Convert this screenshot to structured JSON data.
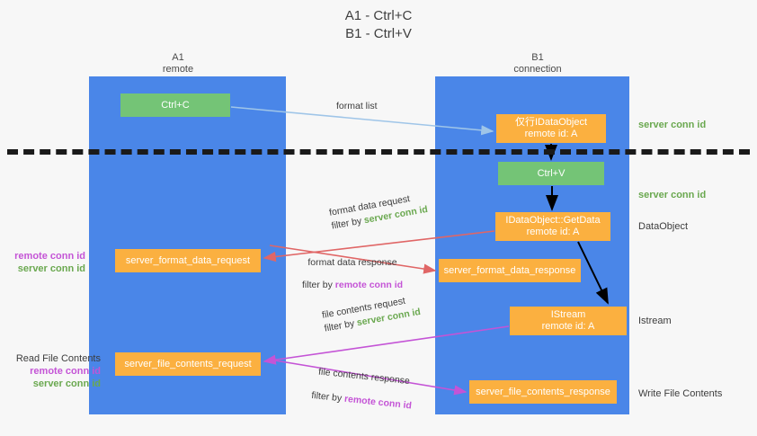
{
  "title": {
    "line1": "A1 - Ctrl+C",
    "line2": "B1 - Ctrl+V"
  },
  "lanes": [
    {
      "name": "A1",
      "sub": "remote"
    },
    {
      "name": "B1",
      "sub": "connection"
    }
  ],
  "boxes": {
    "ctrl_c": "Ctrl+C",
    "idataobject": {
      "line1": "仅行IDataObject",
      "line2": "remote id: A"
    },
    "ctrl_v": "Ctrl+V",
    "getdata": {
      "line1": "IDataObject::GetData",
      "line2": "remote id: A"
    },
    "format_data_request": "server_format_data_request",
    "format_data_response": "server_format_data_response",
    "istream": {
      "line1": "IStream",
      "line2": "remote id: A"
    },
    "file_contents_request": "server_file_contents_request",
    "file_contents_response": "server_file_contents_response"
  },
  "edge_labels": {
    "format_list": "format list",
    "format_data_request": {
      "line1": "format data request",
      "prefix": "filter by ",
      "emphasis": "server conn id"
    },
    "format_data_response": {
      "line1": "format data response",
      "prefix": "filter by ",
      "emphasis": "remote conn id"
    },
    "file_contents_request": {
      "line1": "file contents request",
      "prefix": "filter by ",
      "emphasis": "server conn id"
    },
    "file_contents_response": {
      "line1": "file contents response",
      "prefix": "filter by ",
      "emphasis": "remote conn id"
    }
  },
  "right_labels": {
    "server_conn_id_1": "server conn id",
    "server_conn_id_2": "server conn id",
    "dataobject": "DataObject",
    "istream": "Istream",
    "write_file_contents": "Write File Contents"
  },
  "left_labels": {
    "remote_conn_id_1": "remote conn id",
    "server_conn_id_1": "server conn id",
    "read_file_contents": "Read File Contents",
    "remote_conn_id_2": "remote conn id",
    "server_conn_id_2": "server conn id"
  },
  "colors": {
    "lane": "#4a86e8",
    "green_box": "#74c476",
    "orange_box": "#fbb040",
    "server_conn_id": "#6aa84f",
    "remote_conn_id": "#c454d6",
    "arrow_light_blue": "#9fc5e8",
    "arrow_red": "#e06666",
    "arrow_magenta": "#c454d6",
    "arrow_black": "#000000",
    "background": "#f7f7f7"
  }
}
